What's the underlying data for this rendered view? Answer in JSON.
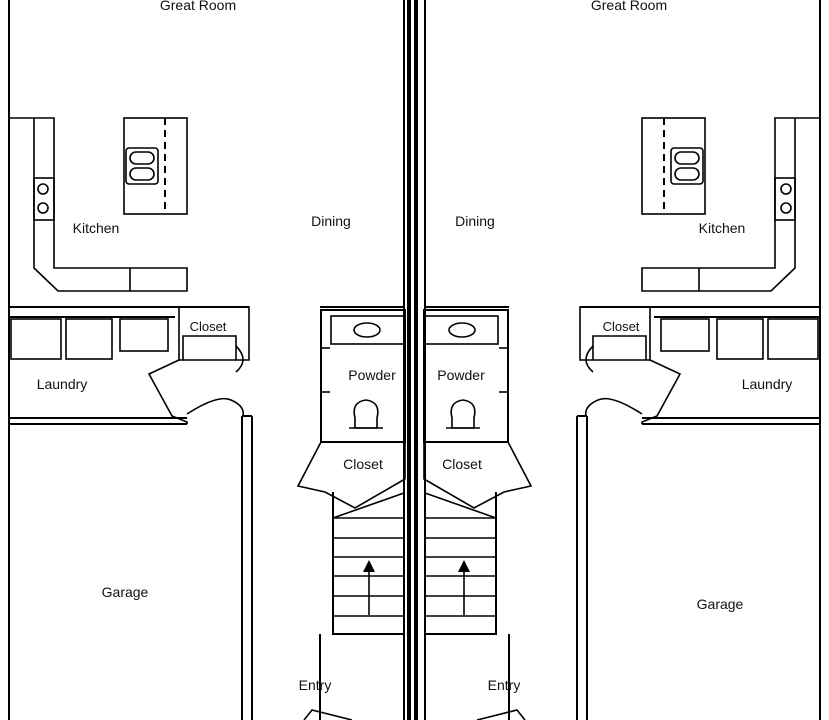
{
  "floor_plan": {
    "left_unit": {
      "great_room": "Great Room",
      "kitchen": "Kitchen",
      "dining": "Dining",
      "closet_upper": "Closet",
      "laundry": "Laundry",
      "powder": "Powder",
      "closet_stair": "Closet",
      "garage": "Garage",
      "entry": "Entry"
    },
    "right_unit": {
      "great_room": "Great Room",
      "kitchen": "Kitchen",
      "dining": "Dining",
      "closet_upper": "Closet",
      "laundry": "Laundry",
      "powder": "Powder",
      "closet_stair": "Closet",
      "garage": "Garage",
      "entry": "Entry"
    },
    "stair_arrow": "up-arrow-icon"
  }
}
